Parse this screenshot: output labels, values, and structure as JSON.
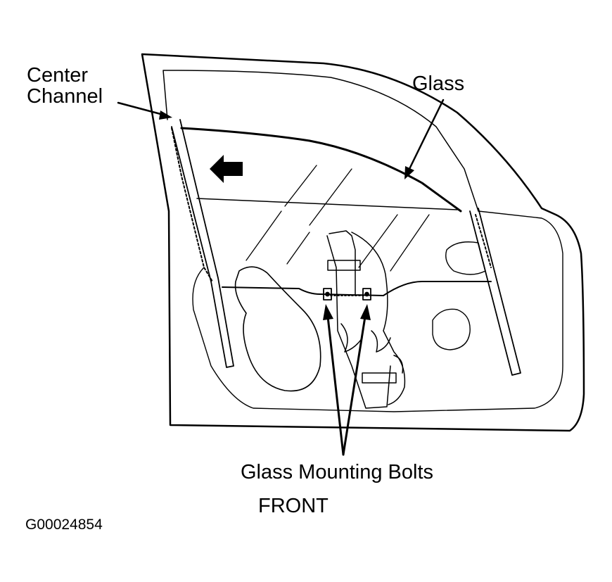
{
  "labels": {
    "center_channel_line1": "Center",
    "center_channel_line2": "Channel",
    "glass": "Glass",
    "glass_mounting_bolts": "Glass Mounting Bolts",
    "front": "FRONT",
    "figure_id": "G00024854"
  },
  "colors": {
    "ink": "#000000",
    "background": "#ffffff"
  },
  "icons": {
    "direction_arrow": "left-arrow-icon"
  }
}
